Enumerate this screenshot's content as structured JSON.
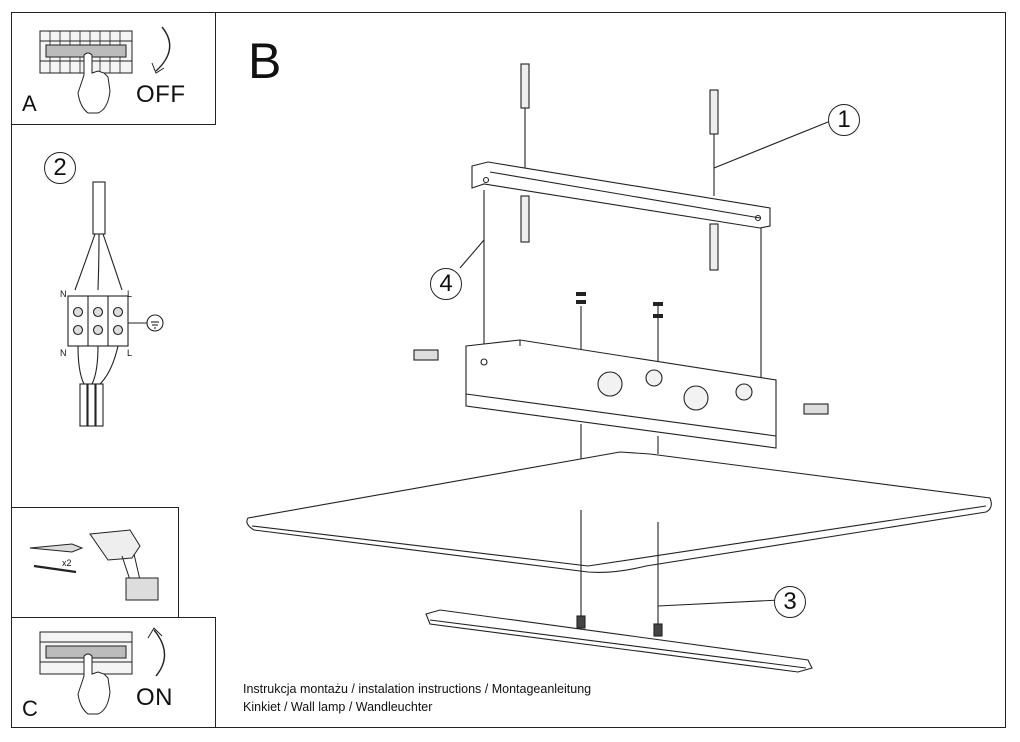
{
  "panels": {
    "a": {
      "label": "A",
      "action": "OFF"
    },
    "b": {
      "label": "B"
    },
    "c": {
      "label": "C",
      "action": "ON",
      "dowel_count": "x2"
    }
  },
  "wiring": {
    "callout": "2",
    "left": "N",
    "right": "L"
  },
  "callouts": {
    "one": "1",
    "three": "3",
    "four": "4"
  },
  "caption": {
    "line1": "Instrukcja montażu / instalation instructions / Montageanleitung",
    "line2": "Kinkiet / Wall lamp / Wandleuchter"
  }
}
